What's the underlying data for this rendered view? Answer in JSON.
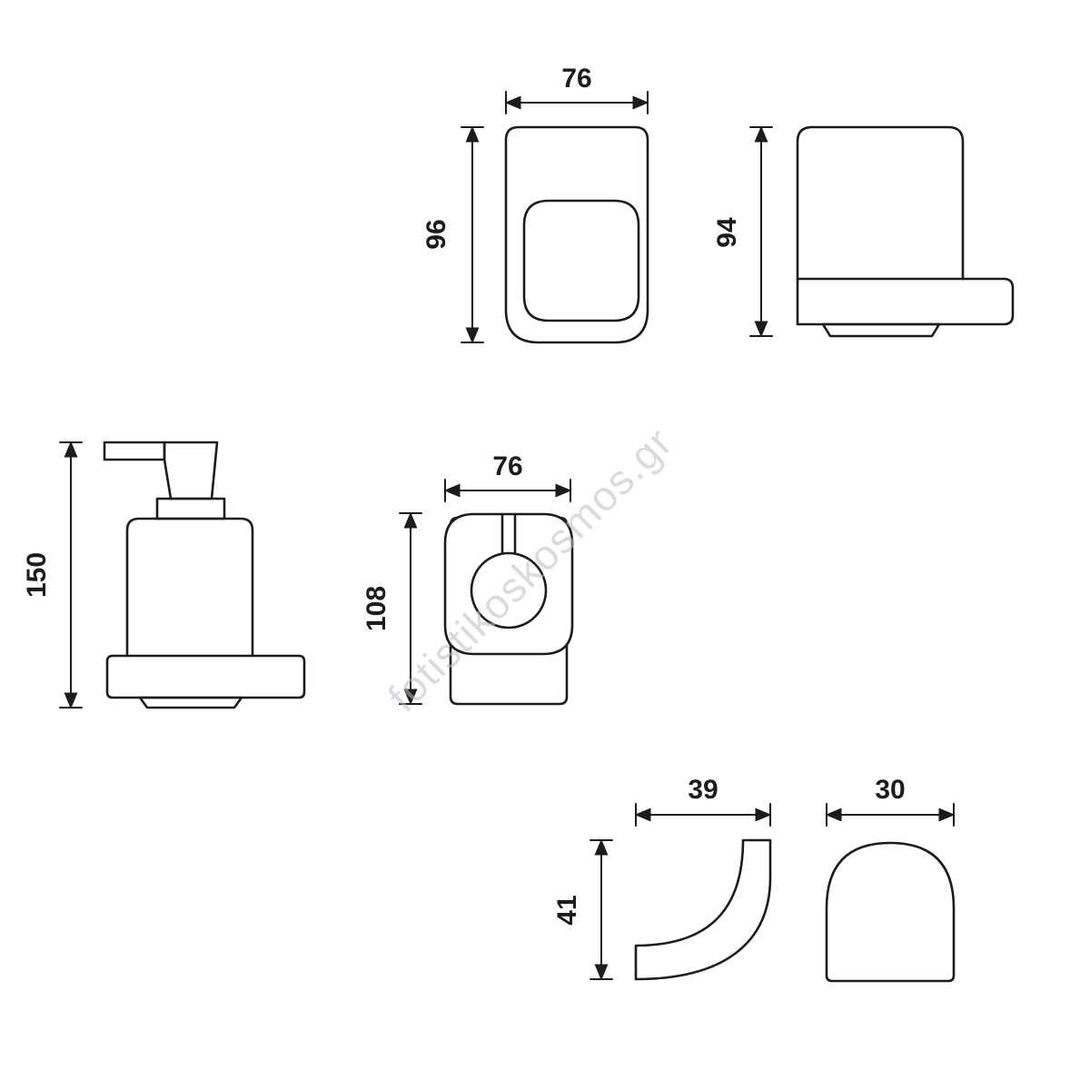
{
  "watermark": {
    "text": "fotistikoskosmos.gr",
    "color": "#b9bec6"
  },
  "drawing": {
    "line_color": "#1c1c1c",
    "figures": {
      "holder_front": {
        "width": "76",
        "height": "96"
      },
      "tumbler_side": {
        "height": "94"
      },
      "dispenser_side": {
        "height": "150"
      },
      "ring_holder_front": {
        "width": "76",
        "height": "108"
      },
      "hook_side": {
        "width": "39",
        "height": "41"
      },
      "hook_front": {
        "width": "30"
      }
    }
  }
}
